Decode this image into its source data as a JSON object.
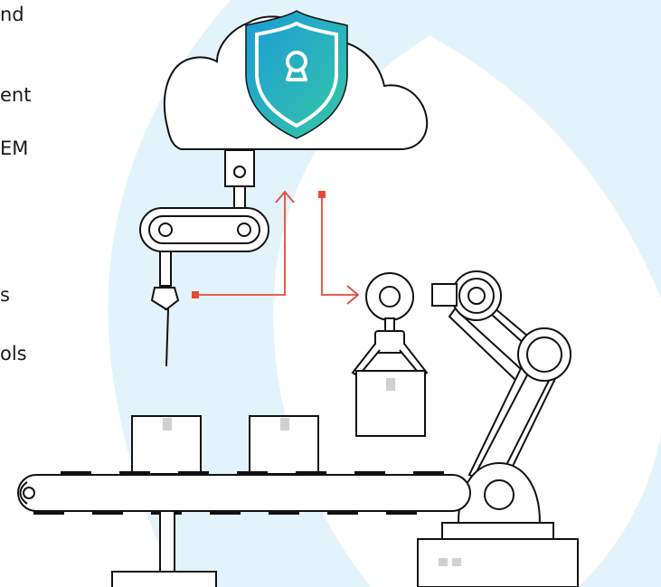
{
  "text_fragments": [
    "nd",
    "ent",
    "EM",
    "s",
    "ols"
  ],
  "icons": [
    "shield-keyhole-icon",
    "cloud-icon",
    "robotic-arm-icon",
    "conveyor-belt-icon",
    "box-icon",
    "arrow-icon"
  ],
  "colors": {
    "background_swoosh": "#e3f3fb",
    "line": "#111111",
    "arrow": "#e8493a",
    "box_mark": "#cfd0d2",
    "shield_gradient_start": "#1a9bd7",
    "shield_gradient_end": "#37c7a6"
  }
}
